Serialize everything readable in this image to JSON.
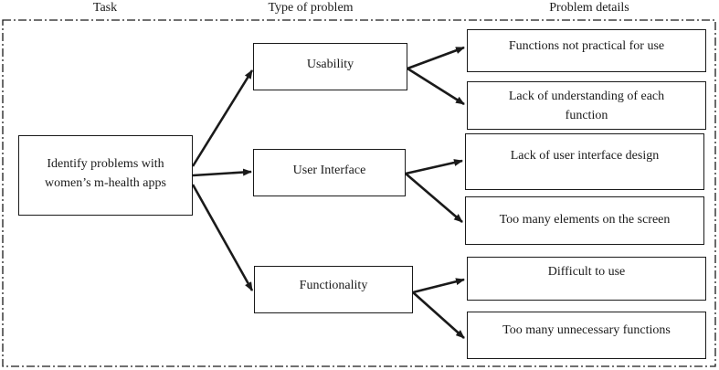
{
  "headers": {
    "task": "Task",
    "problem_type": "Type of problem",
    "problem_details": "Problem details"
  },
  "task": {
    "line1": "Identify problems with",
    "line2": "women’s m-health apps"
  },
  "problem_types": [
    {
      "label": "Usability"
    },
    {
      "label": "User Interface"
    },
    {
      "label": "Functionality"
    }
  ],
  "problem_details": [
    {
      "line1": "Functions not practical for use",
      "line2": ""
    },
    {
      "line1": "Lack of understanding of each",
      "line2": "function"
    },
    {
      "line1": "Lack of user interface design",
      "line2": ""
    },
    {
      "line1": "Too many elements on the screen",
      "line2": ""
    },
    {
      "line1": "Difficult to use",
      "line2": ""
    },
    {
      "line1": "Too many unnecessary functions",
      "line2": ""
    }
  ]
}
